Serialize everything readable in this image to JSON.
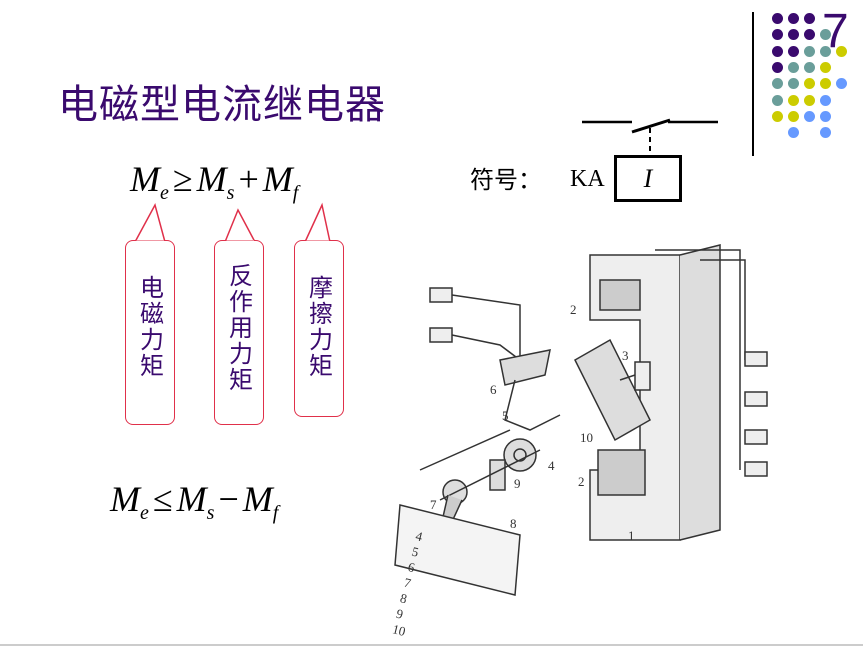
{
  "slide": {
    "title": "电磁型电流继电器",
    "page_number": "7",
    "formula1": {
      "M": "M",
      "e": "e",
      "op1": "≥",
      "s": "s",
      "op2": "+",
      "f": "f"
    },
    "formula2": {
      "M": "M",
      "e": "e",
      "op1": "≤",
      "s": "s",
      "op2": "−",
      "f": "f"
    },
    "callouts": [
      {
        "label": "电磁力矩"
      },
      {
        "label": "反作用力矩"
      },
      {
        "label": "摩擦力矩"
      }
    ],
    "symbol": {
      "label": "符号：",
      "name": "KA",
      "coil": "I"
    },
    "diagram_labels": [
      "1",
      "2",
      "2",
      "3",
      "4",
      "5",
      "6",
      "7",
      "8",
      "9",
      "10"
    ],
    "scale_labels": [
      "4",
      "5",
      "6",
      "7",
      "8",
      "9",
      "10"
    ],
    "colors": {
      "purple": "#3a0a6e",
      "teal": "#6a9e9a",
      "yellow": "#cccc00",
      "blue": "#6699ff",
      "callout_border": "#e0304a"
    }
  }
}
